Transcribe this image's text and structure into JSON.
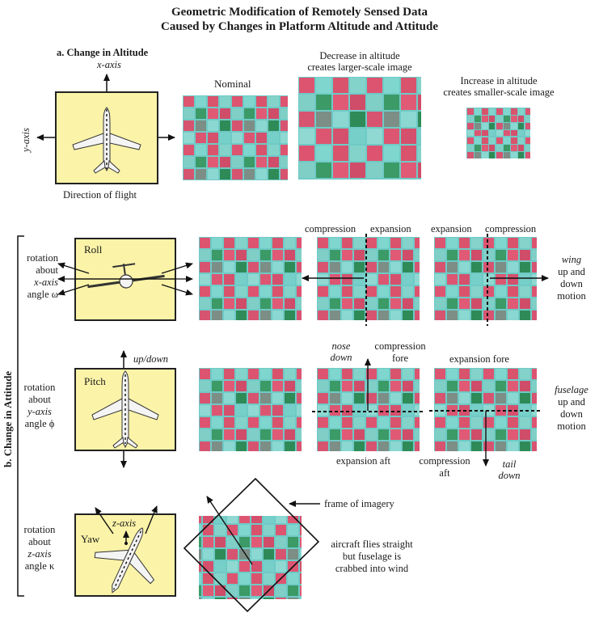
{
  "title": {
    "line1": "Geometric Modification of Remotely Sensed Data",
    "line2": "Caused by Changes in Platform Altitude and Attitude"
  },
  "section_a": {
    "heading": "a. Change in Altitude",
    "x_axis": "x-axis",
    "y_axis": "y-axis",
    "direction": "Direction of flight",
    "nominal": "Nominal",
    "decrease_1": "Decrease in altitude",
    "decrease_2": "creates larger-scale image",
    "increase_1": "Increase in altitude",
    "increase_2": "creates smaller-scale image"
  },
  "section_b": {
    "heading": "b. Change in Attitude",
    "roll": {
      "name": "Roll",
      "rot1": "rotation",
      "rot2": "about",
      "rot3": "x-axis",
      "rot4": "angle ω",
      "label_compression": "compression",
      "label_expansion": "expansion",
      "label_expansion2": "expansion",
      "label_compression2": "compression",
      "motion1": "wing",
      "motion2": "up and",
      "motion3": "down",
      "motion4": "motion"
    },
    "pitch": {
      "name": "Pitch",
      "updown": "up/down",
      "rot1": "rotation",
      "rot2": "about",
      "rot3": "y-axis",
      "rot4": "angle ϕ",
      "nose1": "nose",
      "nose2": "down",
      "comp_fore1": "compression",
      "comp_fore2": "fore",
      "exp_fore": "expansion fore",
      "exp_aft": "expansion aft",
      "comp_aft1": "compression",
      "comp_aft2": "aft",
      "tail1": "tail",
      "tail2": "down",
      "motion1": "fuselage",
      "motion2": "up and",
      "motion3": "down",
      "motion4": "motion"
    },
    "yaw": {
      "name": "Yaw",
      "z_axis": "z-axis",
      "rot1": "rotation",
      "rot2": "about",
      "rot3": "z-axis",
      "rot4": "angle κ",
      "frame": "frame of imagery",
      "crab1": "aircraft flies straight",
      "crab2": "but fuselage is",
      "crab3": "crabbed into wind"
    }
  },
  "colors": {
    "box_fill": "#fbf3a8",
    "field_red": "#d9536c",
    "field_cyan": "#7fd3cf",
    "field_green": "#2f8f5a"
  }
}
